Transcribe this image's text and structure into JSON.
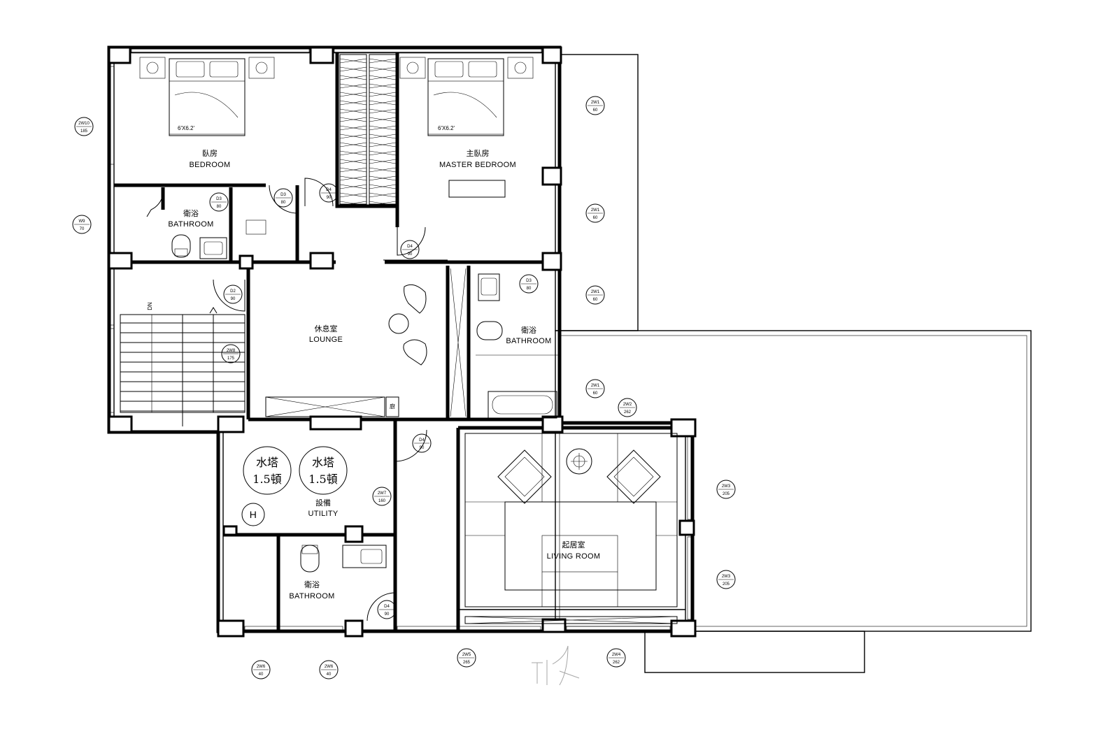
{
  "rooms": {
    "bedroom": {
      "zh": "臥房",
      "en": "BEDROOM"
    },
    "master_bedroom": {
      "zh": "主臥房",
      "en": "MASTER BEDROOM"
    },
    "bathroom_nw": {
      "zh": "衛浴",
      "en": "BATHROOM"
    },
    "lounge": {
      "zh": "休息室",
      "en": "LOUNGE"
    },
    "bathroom_e": {
      "zh": "衛浴",
      "en": "BATHROOM"
    },
    "utility": {
      "zh": "設備",
      "en": "UTILITY"
    },
    "bathroom_s": {
      "zh": "衛浴",
      "en": "BATHROOM"
    },
    "living_room": {
      "zh": "起居室",
      "en": "LIVING ROOM"
    }
  },
  "beds": {
    "bed1": "6'X6.2'",
    "bed2": "6'X6.2'"
  },
  "stair_label": "DN",
  "water_tanks": [
    {
      "line1": "水塔",
      "line2": "1.5頓"
    },
    {
      "line1": "水塔",
      "line2": "1.5頓"
    }
  ],
  "heater_label": "H",
  "cabinet_label": "廚",
  "tags": [
    {
      "code": "2W10",
      "size": "185"
    },
    {
      "code": "W9",
      "size": "70"
    },
    {
      "code": "D3",
      "size": "80"
    },
    {
      "code": "D3",
      "size": "80"
    },
    {
      "code": "D4",
      "size": "90"
    },
    {
      "code": "2W1",
      "size": "60"
    },
    {
      "code": "2W1",
      "size": "60"
    },
    {
      "code": "D4",
      "size": "90"
    },
    {
      "code": "D3",
      "size": "80"
    },
    {
      "code": "2W1",
      "size": "60"
    },
    {
      "code": "D2",
      "size": "90"
    },
    {
      "code": "2W8",
      "size": "175"
    },
    {
      "code": "2W1",
      "size": "60"
    },
    {
      "code": "2W2",
      "size": "262"
    },
    {
      "code": "D4",
      "size": "90"
    },
    {
      "code": "2W7",
      "size": "160"
    },
    {
      "code": "2W3",
      "size": "205"
    },
    {
      "code": "2W3",
      "size": "205"
    },
    {
      "code": "D4",
      "size": "90"
    },
    {
      "code": "2W5",
      "size": "265"
    },
    {
      "code": "2W4",
      "size": "262"
    },
    {
      "code": "2W6",
      "size": "40"
    },
    {
      "code": "2W6",
      "size": "40"
    }
  ]
}
